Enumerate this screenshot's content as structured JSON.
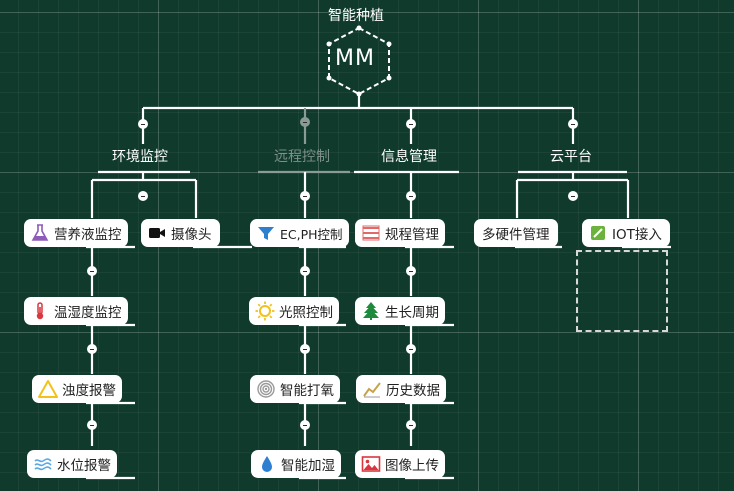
{
  "title": "智能种植",
  "logo_text": "MM",
  "categories": [
    {
      "label": "环境监控"
    },
    {
      "label": "远程控制"
    },
    {
      "label": "信息管理"
    },
    {
      "label": "云平台"
    }
  ],
  "nodes": {
    "nutrient": {
      "label": "营养液监控",
      "icon": "flask-icon"
    },
    "camera": {
      "label": "摄像头",
      "icon": "video-camera-icon"
    },
    "temp_humidity": {
      "label": "温湿度监控",
      "icon": "thermometer-icon"
    },
    "turbidity": {
      "label": "浊度报警",
      "icon": "warning-triangle-icon"
    },
    "water_level": {
      "label": "水位报警",
      "icon": "water-wave-icon"
    },
    "ec_ph": {
      "label": "EC,PH控制",
      "icon": "filter-icon"
    },
    "light": {
      "label": "光照控制",
      "icon": "sun-icon"
    },
    "oxygen": {
      "label": "智能打氧",
      "icon": "concentric-circles-icon"
    },
    "humidify": {
      "label": "智能加湿",
      "icon": "water-drop-icon"
    },
    "rules": {
      "label": "规程管理",
      "icon": "list-icon"
    },
    "growth": {
      "label": "生长周期",
      "icon": "tree-icon"
    },
    "history": {
      "label": "历史数据",
      "icon": "line-chart-icon"
    },
    "image_upload": {
      "label": "图像上传",
      "icon": "picture-icon"
    },
    "hardware": {
      "label": "多硬件管理"
    },
    "iot": {
      "label": "IOT接入",
      "icon": "iot-icon"
    }
  },
  "colors": {
    "background": "#0f3a2c",
    "line": "#ffffff",
    "dim_line": "#8a9a94",
    "node_bg": "#ffffff",
    "icon_purple": "#8e5bb8",
    "icon_red": "#d9363e",
    "icon_yellow": "#f2c21b",
    "icon_blue": "#2e7fd0",
    "icon_green": "#1e8a3c"
  }
}
